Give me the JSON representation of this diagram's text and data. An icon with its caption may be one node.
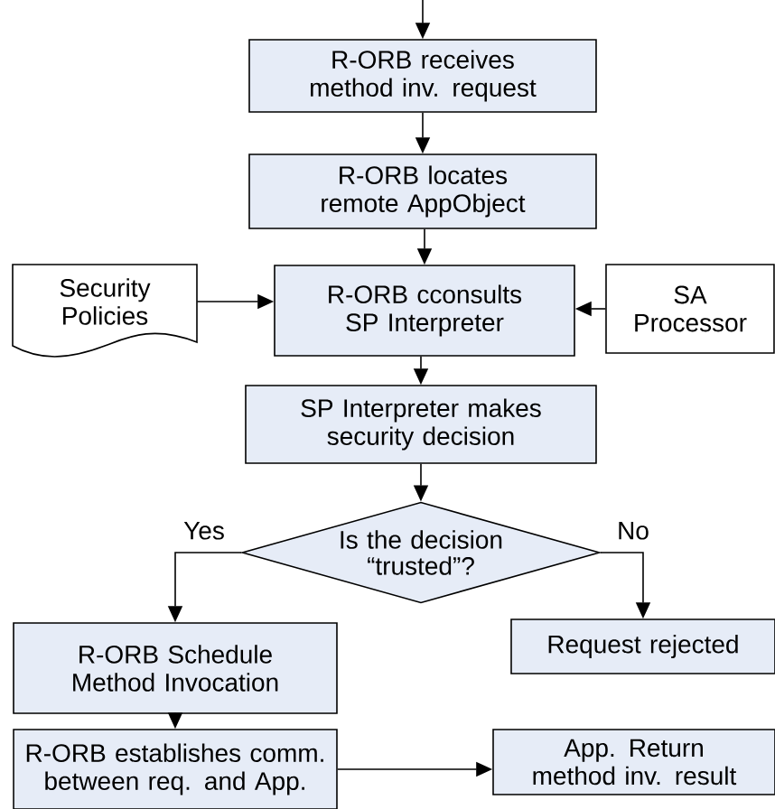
{
  "diagram": {
    "nodes": [
      {
        "text": [
          "R-ORB receives method inv. request"
        ]
      },
      {
        "text": [
          "R-ORB locates remote AppObject"
        ]
      },
      {
        "text": [
          "Security Policies"
        ]
      },
      {
        "text": [
          "R-ORB cconsults SP Interpreter"
        ]
      },
      {
        "text": [
          "SA Processor"
        ]
      },
      {
        "text": [
          "SP Interpreter makes security decision"
        ]
      },
      {
        "text": [
          "Is the decision “trusted”?"
        ]
      },
      {
        "text": [
          "R-ORB Schedule Method Invocation"
        ]
      },
      {
        "text": [
          "Request rejected"
        ]
      },
      {
        "text": [
          "R-ORB establishes comm. between req. and App."
        ]
      },
      {
        "text": [
          "App. Return method inv. result"
        ]
      }
    ],
    "edges": [
      {
        "from": null,
        "to": 0,
        "arrow": "to"
      },
      {
        "from": 0,
        "to": 1,
        "arrow": "to"
      },
      {
        "from": 1,
        "to": 3,
        "arrow": "to"
      },
      {
        "from": 2,
        "to": 3,
        "arrow": "to"
      },
      {
        "from": 4,
        "to": 3,
        "arrow": "to"
      },
      {
        "from": 3,
        "to": 5,
        "arrow": "to"
      },
      {
        "from": 5,
        "to": 6,
        "arrow": "to"
      },
      {
        "from": 6,
        "to": 7,
        "arrow": "to",
        "label": "Yes"
      },
      {
        "from": 6,
        "to": 8,
        "arrow": "to",
        "label": "No"
      },
      {
        "from": 7,
        "to": 9,
        "arrow": "to"
      },
      {
        "from": 9,
        "to": 10,
        "arrow": "to"
      }
    ]
  }
}
